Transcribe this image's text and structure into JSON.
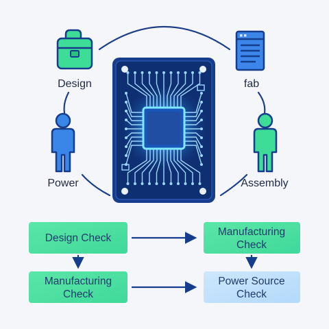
{
  "nodes": {
    "design": {
      "label": "Design",
      "icon": "toolbox-icon"
    },
    "fab": {
      "label": "fab",
      "icon": "browser-window-icon"
    },
    "power": {
      "label": "Power",
      "icon": "person-icon"
    },
    "assembly": {
      "label": "Assembly",
      "icon": "person-icon"
    }
  },
  "center": {
    "icon": "microchip-board-icon"
  },
  "flow": {
    "design_check": {
      "line1": "Design Check",
      "line2": ""
    },
    "manufacturing_check_right": {
      "line1": "Manufacturing",
      "line2": "Check"
    },
    "manufacturing_check_left": {
      "line1": "Manufacturing",
      "line2": "Check"
    },
    "power_source_check": {
      "line1": "Power Source",
      "line2": "Check"
    }
  },
  "colors": {
    "navy": "#163d8c",
    "green": "#3ddc97",
    "green_box": "#4fe0a0",
    "blue_person": "#3a86e8",
    "blue_box": "#bfe0fb",
    "glow": "#4fd2ff"
  }
}
